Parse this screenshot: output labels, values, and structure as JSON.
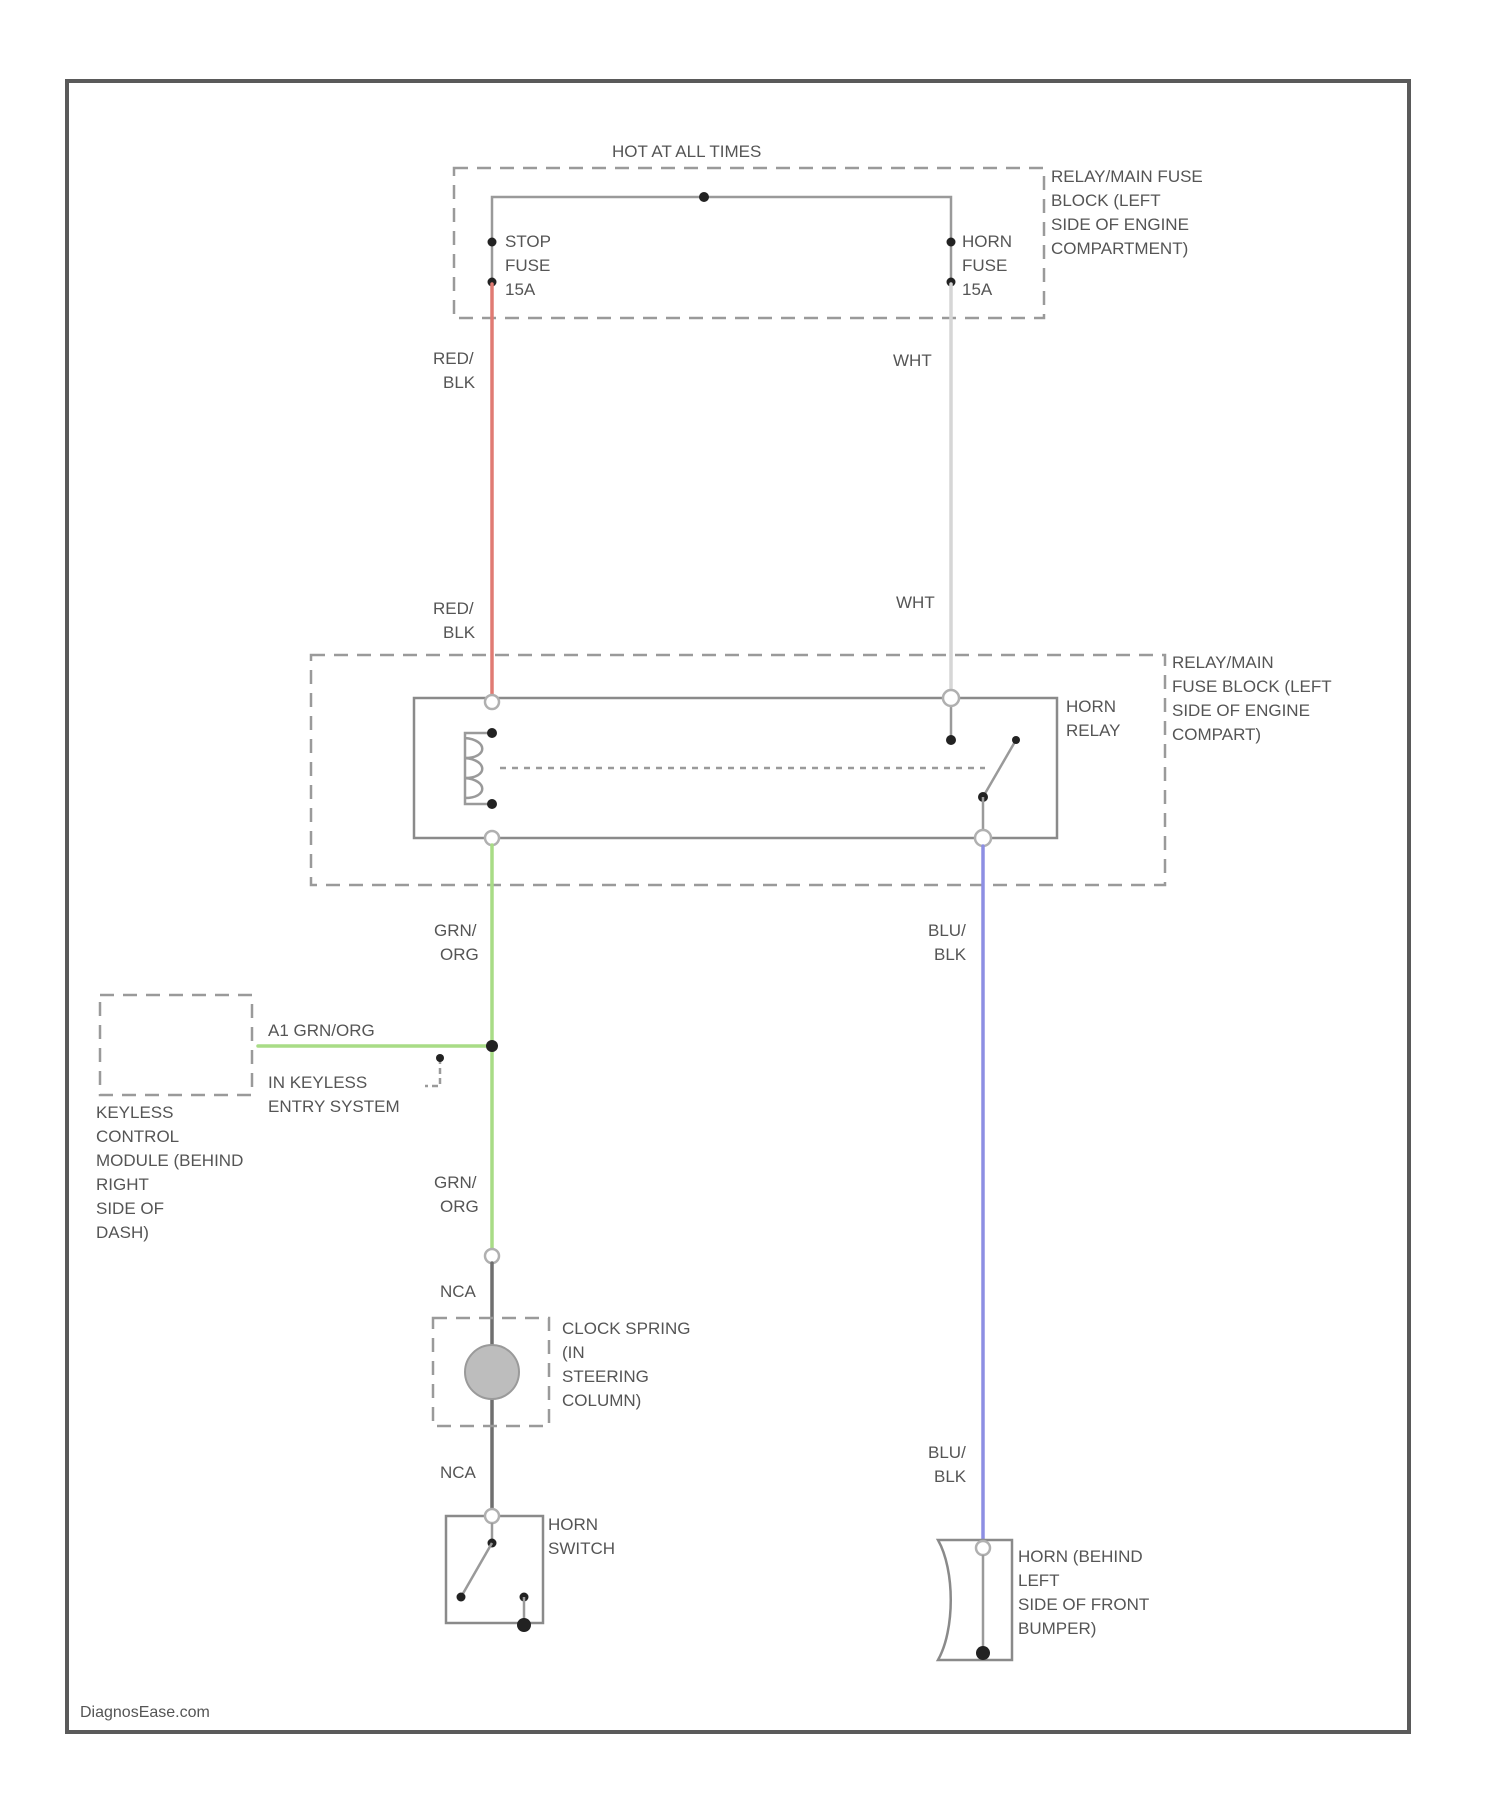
{
  "colors": {
    "red_blk": "#e07b73",
    "wht": "#d6d6d6",
    "grn_org": "#a8dc86",
    "blu_blk": "#8d8fe3",
    "nca": "#6f6f6f",
    "frame": "#5a5a5a"
  },
  "labels": {
    "hot_at_all_times": "HOT AT ALL TIMES",
    "fuse_block_top": [
      "RELAY/MAIN FUSE",
      "BLOCK (LEFT",
      "SIDE OF ENGINE",
      "COMPARTMENT)"
    ],
    "stop_fuse": [
      "STOP",
      "FUSE",
      "15A"
    ],
    "horn_fuse": [
      "HORN",
      "FUSE",
      "15A"
    ],
    "red_blk_upper": [
      "RED/",
      "BLK"
    ],
    "red_blk_lower": [
      "RED/",
      "BLK"
    ],
    "wht_upper": "WHT",
    "wht_lower": "WHT",
    "relay_block": [
      "RELAY/MAIN",
      "FUSE BLOCK (LEFT",
      "SIDE OF ENGINE",
      "COMPART)"
    ],
    "horn_relay": [
      "HORN",
      "RELAY"
    ],
    "grn_org_upper": [
      "GRN/",
      "ORG"
    ],
    "grn_org_lower": [
      "GRN/",
      "ORG"
    ],
    "blu_blk_upper": [
      "BLU/",
      "BLK"
    ],
    "blu_blk_lower": [
      "BLU/",
      "BLK"
    ],
    "keyless_wire": "A1 GRN/ORG",
    "keyless_ref": [
      "IN KEYLESS",
      "ENTRY SYSTEM"
    ],
    "keyless_module": [
      "KEYLESS",
      "CONTROL",
      "MODULE (BEHIND",
      "RIGHT",
      "SIDE OF",
      "DASH)"
    ],
    "nca_upper": "NCA",
    "nca_lower": "NCA",
    "clock_spring": [
      "CLOCK SPRING",
      "(IN",
      "STEERING",
      "COLUMN)"
    ],
    "horn_switch": [
      "HORN",
      "SWITCH"
    ],
    "horn": [
      "HORN (BEHIND",
      "LEFT",
      "SIDE OF FRONT",
      "BUMPER)"
    ],
    "watermark": "DiagnosEase.com"
  }
}
